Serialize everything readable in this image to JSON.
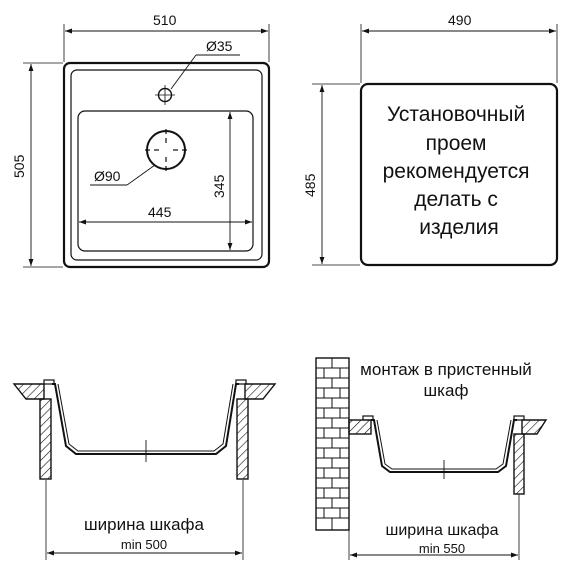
{
  "top_view": {
    "width_label": "510",
    "height_label": "505",
    "tap_hole_label": "Ø35",
    "drain_label": "Ø90",
    "bowl_width_label": "445",
    "bowl_height_label": "345"
  },
  "cutout": {
    "width_label": "490",
    "height_label": "485",
    "note_lines": [
      "Установочный",
      "проем",
      "рекомендуется",
      "делать с",
      "изделия"
    ]
  },
  "section_standard": {
    "caption": "ширина шкафа",
    "min_label": "min 500"
  },
  "section_wall": {
    "note_line1": "монтаж в пристенный",
    "note_line2": "шкаф",
    "caption": "ширина шкафа",
    "min_label": "min 550"
  }
}
